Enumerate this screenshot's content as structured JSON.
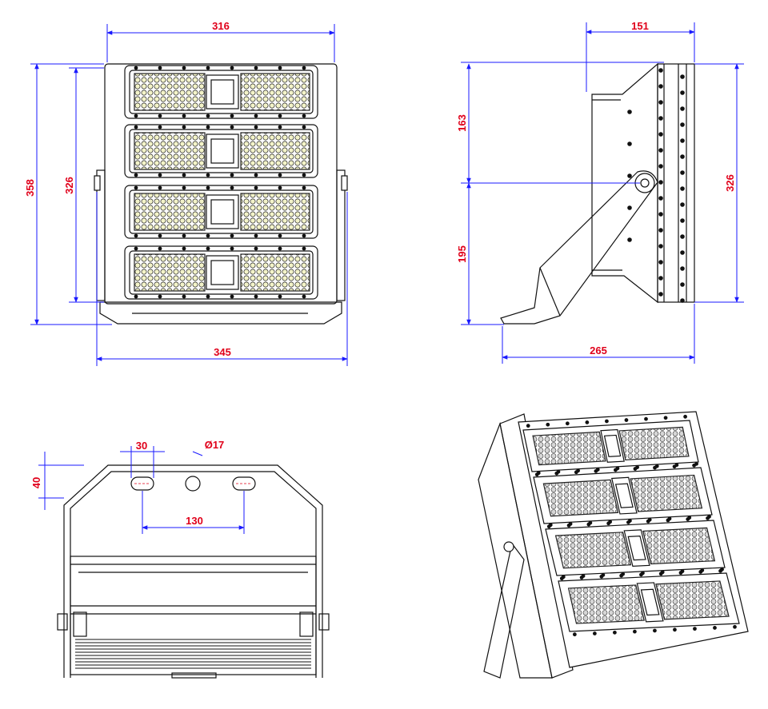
{
  "colors": {
    "dimension_line": "#1a1aff",
    "dimension_text": "#e0001a",
    "outline": "#111111",
    "led_fill": "#f3f3c8",
    "hex_fill": "#d8d8d8"
  },
  "front_view": {
    "dim_top_width": "316",
    "dim_total_height": "358",
    "dim_inner_height": "326",
    "dim_bottom_width": "345"
  },
  "side_view": {
    "dim_top_depth": "151",
    "dim_upper_height": "163",
    "dim_lower_height": "195",
    "dim_right_height": "326",
    "dim_bottom_depth": "265"
  },
  "bottom_view": {
    "dim_slot_width": "30",
    "dim_hole_diameter": "Ø17",
    "dim_bracket_depth": "40",
    "dim_slot_spacing": "130"
  },
  "iso_view": {
    "module_count": 4
  }
}
